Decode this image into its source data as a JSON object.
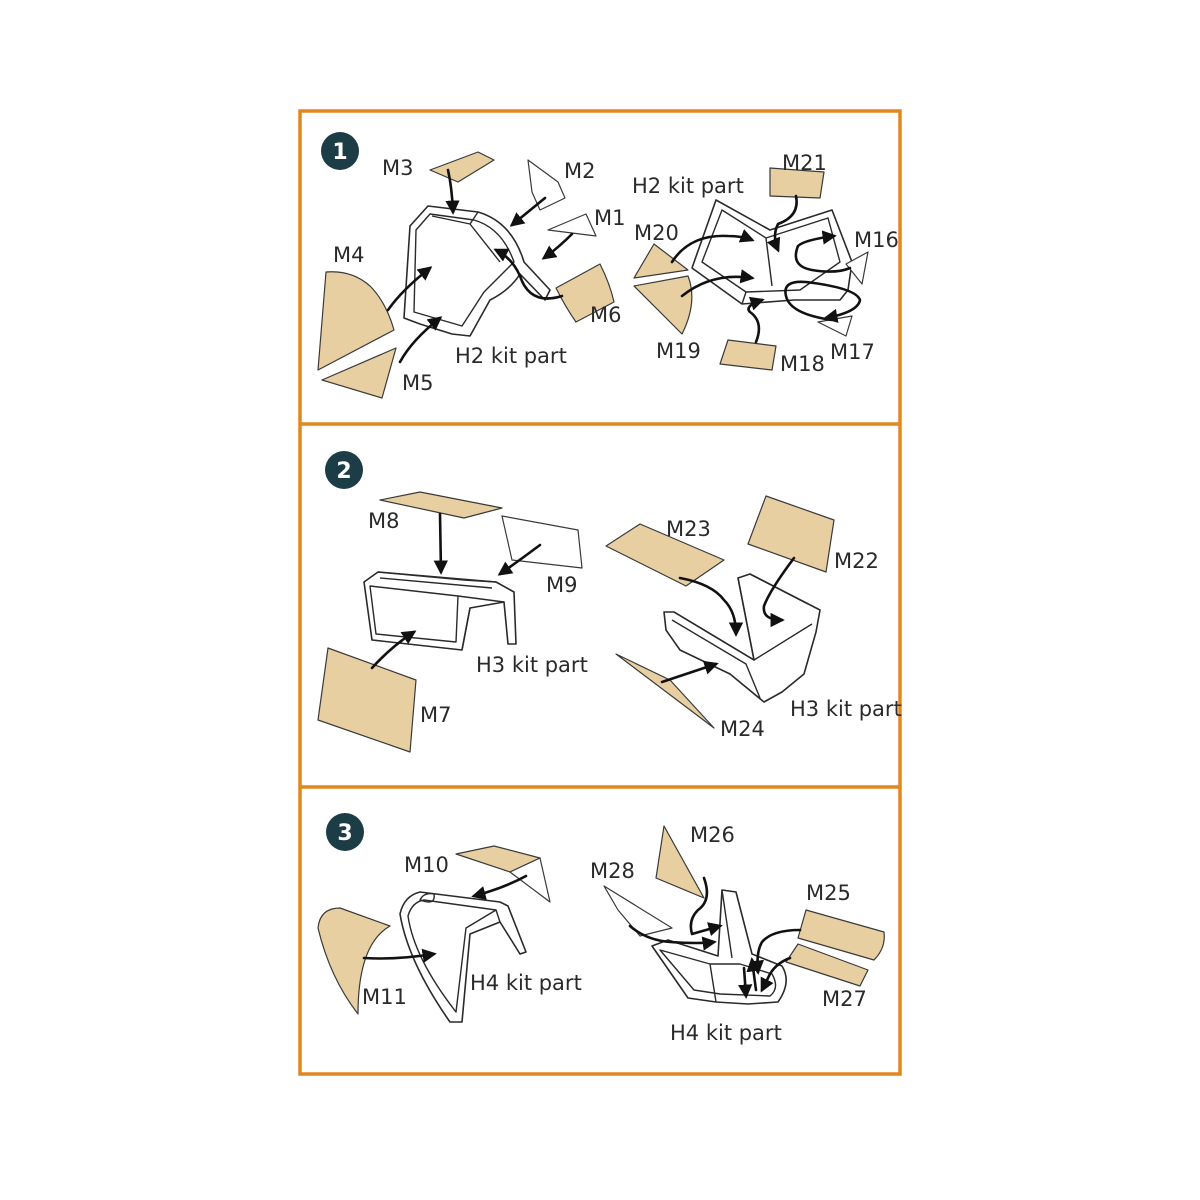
{
  "colors": {
    "border": "#E2871F",
    "badge": "#1D3D46",
    "part_fill": "#E7CFA2",
    "part_clear": "#FFFFFF",
    "line": "#2A2A2A"
  },
  "steps": [
    {
      "number": "1",
      "labels": {
        "M1": "M1",
        "M2": "M2",
        "M3": "M3",
        "M4": "M4",
        "M5": "M5",
        "M6": "M6",
        "kit_left": "H2 kit part",
        "kit_right": "H2 kit part",
        "M16": "M16",
        "M17": "M17",
        "M18": "M18",
        "M19": "M19",
        "M20": "M20",
        "M21": "M21"
      }
    },
    {
      "number": "2",
      "labels": {
        "M7": "M7",
        "M8": "M8",
        "M9": "M9",
        "kit_left": "H3 kit part",
        "M22": "M22",
        "M23": "M23",
        "M24": "M24",
        "kit_right": "H3 kit part"
      }
    },
    {
      "number": "3",
      "labels": {
        "M10": "M10",
        "M11": "M11",
        "kit_left": "H4 kit part",
        "M25": "M25",
        "M26": "M26",
        "M27": "M27",
        "M28": "M28",
        "kit_right": "H4 kit part"
      }
    }
  ]
}
